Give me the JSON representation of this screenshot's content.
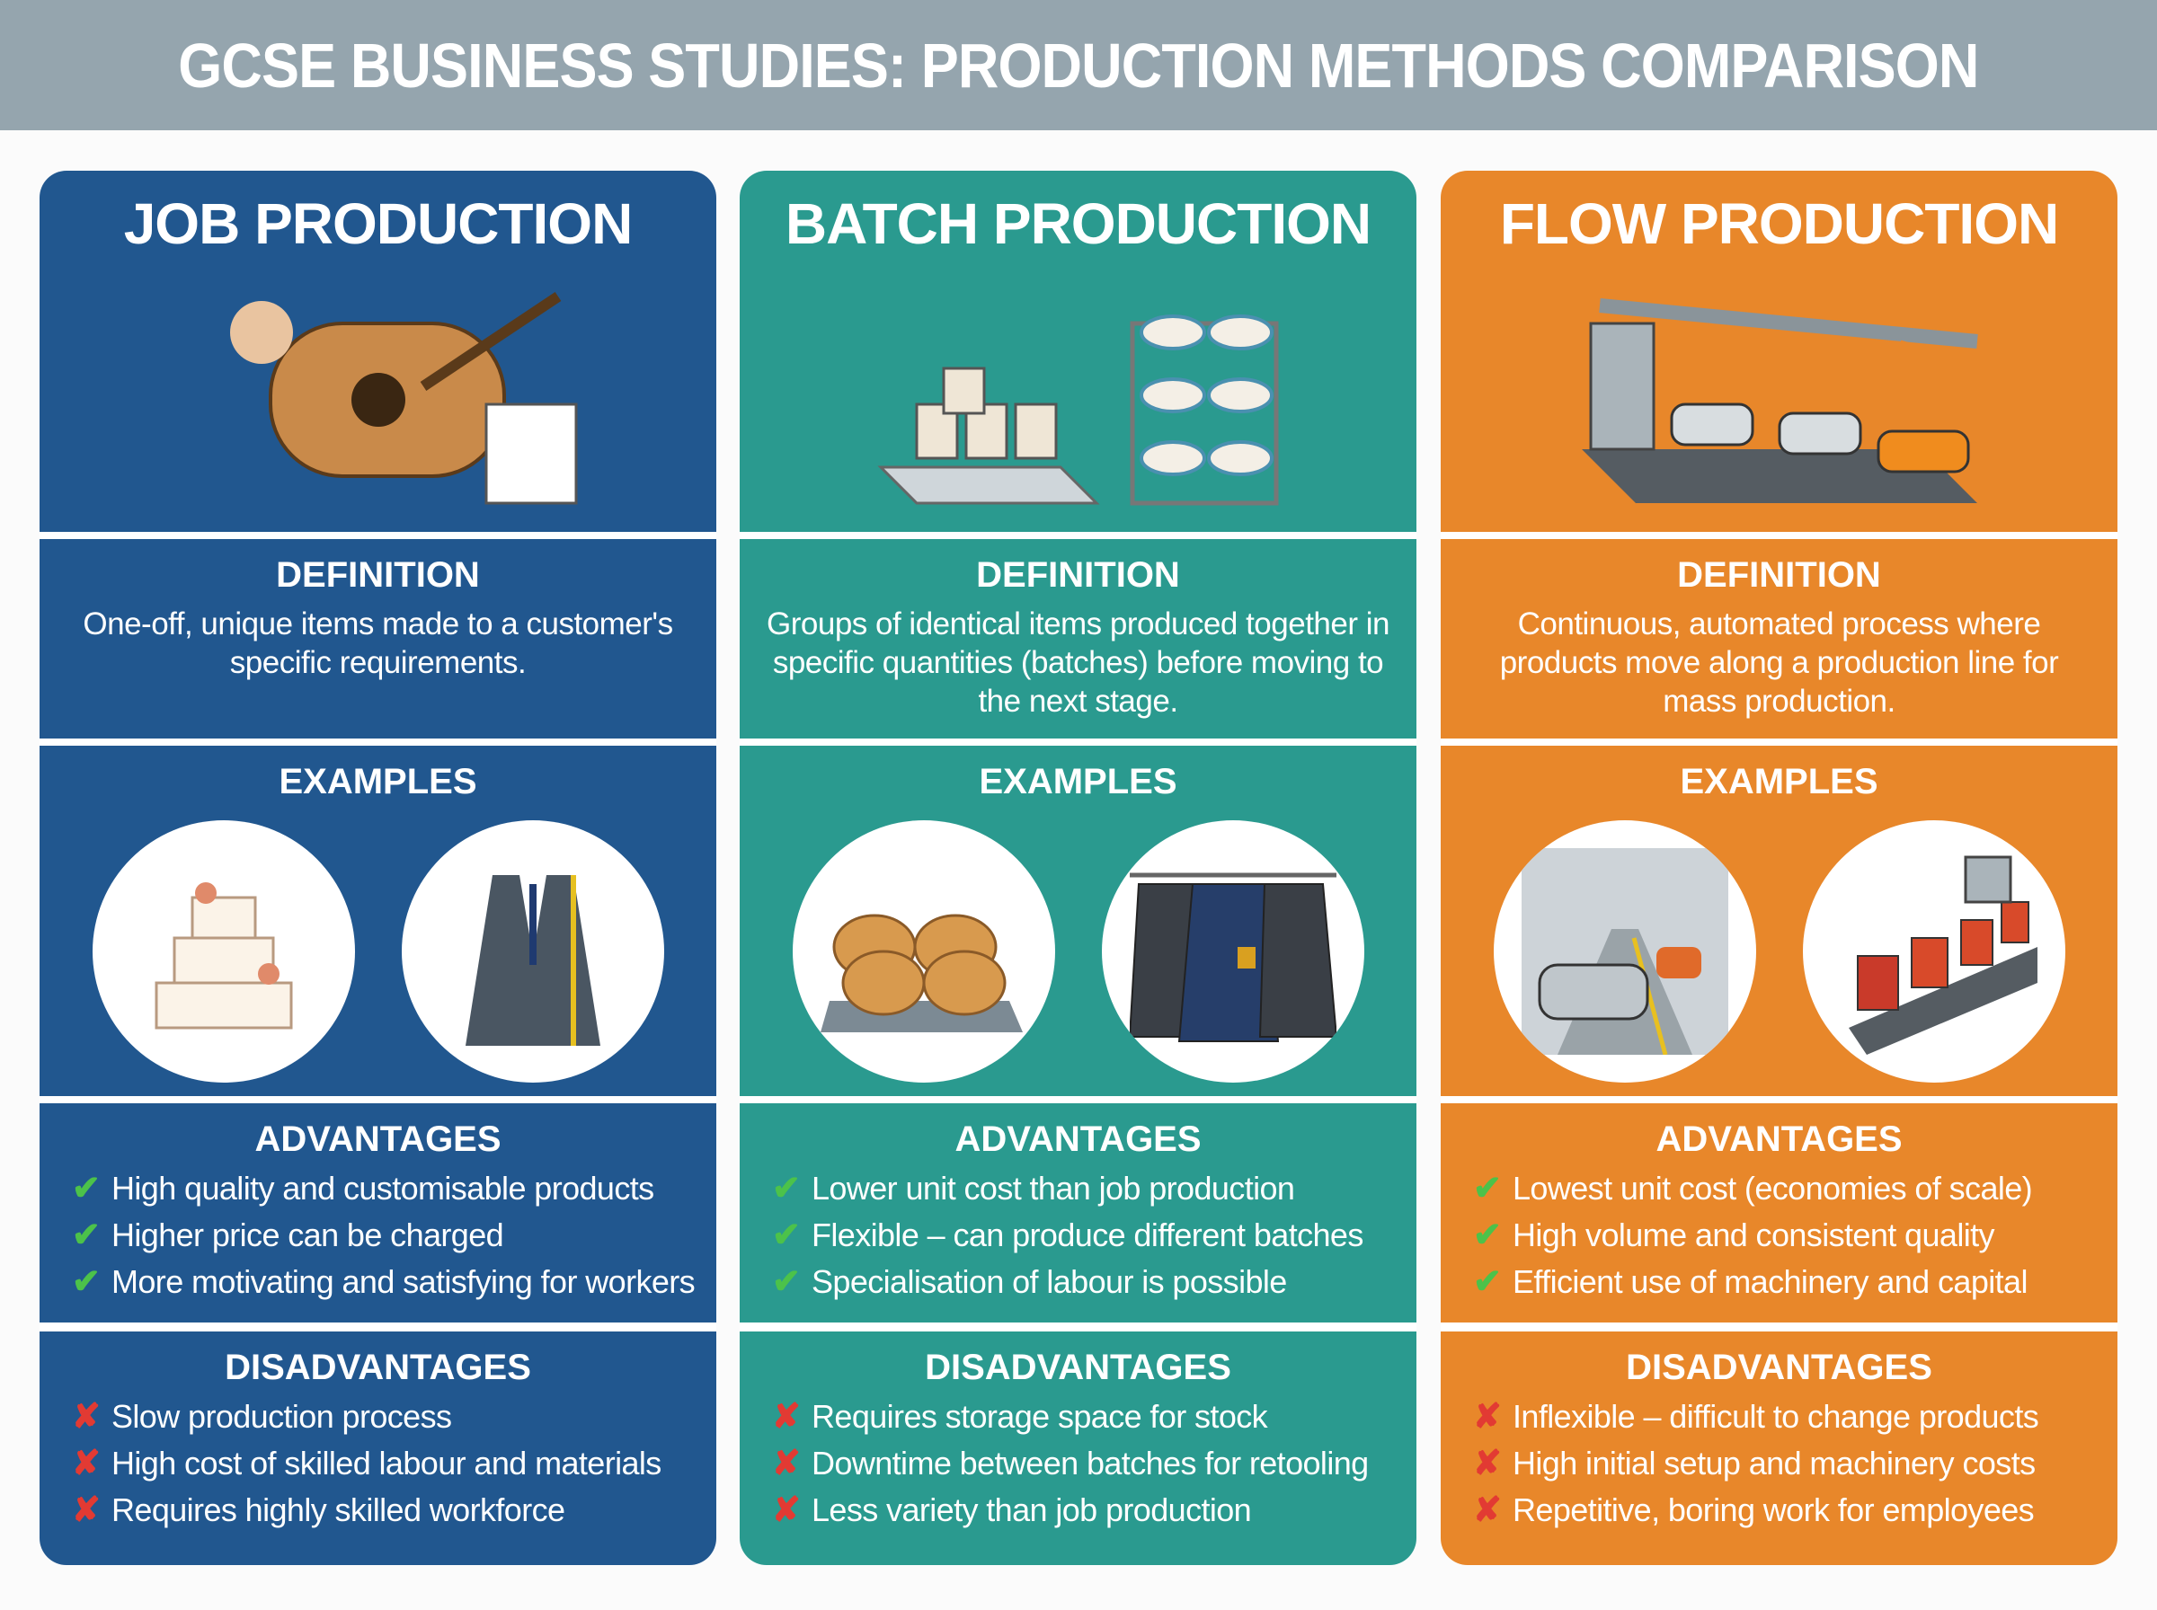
{
  "title": "GCSE BUSINESS STUDIES: PRODUCTION METHODS COMPARISON",
  "colors": {
    "job": "#21578f",
    "batch": "#2a9a8f",
    "flow": "#e8872a",
    "header": "#95a5ae",
    "tick": "#4cc24a",
    "cross": "#e23a33"
  },
  "columns": [
    {
      "title": "JOB PRODUCTION",
      "definition_label": "DEFINITION",
      "definition": "One-off, unique items made to a customer's specific requirements.",
      "examples_label": "EXAMPLES",
      "advantages_label": "ADVANTAGES",
      "advantages": [
        "High quality and customisable products",
        "Higher price can be charged",
        "More motivating and satisfying for workers"
      ],
      "disadvantages_label": "DISADVANTAGES",
      "disadvantages": [
        "Slow production process",
        "High cost of skilled labour and materials",
        "Requires highly skilled workforce"
      ],
      "illustration": "craftsman-guitar",
      "example_images": [
        "wedding-cake",
        "tailored-suit"
      ]
    },
    {
      "title": "BATCH PRODUCTION",
      "definition_label": "DEFINITION",
      "definition": "Groups of identical items produced together in specific quantities (batches) before moving to the next stage.",
      "examples_label": "EXAMPLES",
      "advantages_label": "ADVANTAGES",
      "advantages": [
        "Lower unit cost than job production",
        "Flexible – can produce different batches",
        "Specialisation of labour is possible"
      ],
      "disadvantages_label": "DISADVANTAGES",
      "disadvantages": [
        "Requires storage space for stock",
        "Downtime between batches for retooling",
        "Less variety than job production"
      ],
      "illustration": "mugs-and-bowls",
      "example_images": [
        "bread-loaves",
        "school-blazers"
      ]
    },
    {
      "title": "FLOW PRODUCTION",
      "definition_label": "DEFINITION",
      "definition": "Continuous, automated process where products move along a production line for mass production.",
      "examples_label": "EXAMPLES",
      "advantages_label": "ADVANTAGES",
      "advantages": [
        "Lowest unit cost (economies of scale)",
        "High volume and consistent quality",
        "Efficient use of machinery and capital"
      ],
      "disadvantages_label": "DISADVANTAGES",
      "disadvantages": [
        "Inflexible – difficult to change products",
        "High initial setup and machinery costs",
        "Repetitive, boring work for employees"
      ],
      "illustration": "car-assembly-line",
      "example_images": [
        "car-factory",
        "canned-food-line"
      ]
    }
  ]
}
